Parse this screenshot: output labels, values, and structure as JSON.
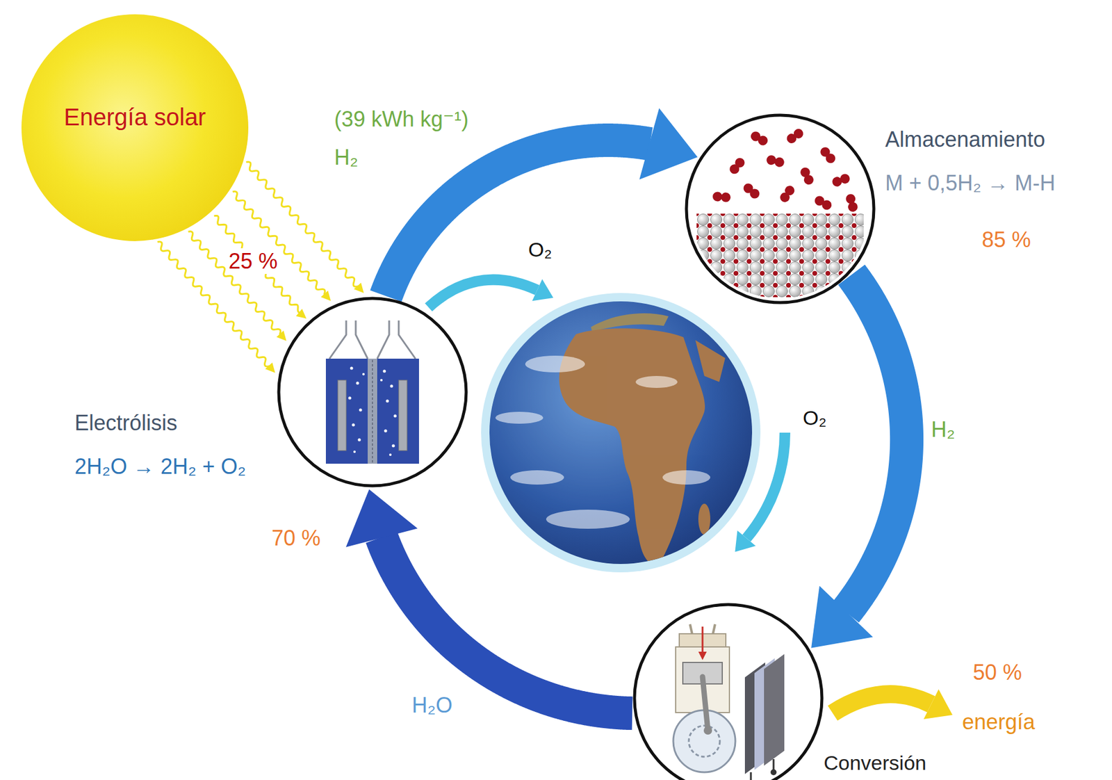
{
  "diagram": {
    "nodes": [
      {
        "text": [
          "Energía solar"
        ]
      },
      {
        "text": [
          "Electrólisis",
          "2H₂O → 2H₂ + O₂"
        ]
      },
      {
        "text": [
          "Almacenamiento",
          "M + 0,5H₂ → M-H"
        ]
      },
      {
        "text": [
          "Conversión"
        ]
      }
    ],
    "edges": [
      {
        "from": 0,
        "to": 1,
        "arrow": "to",
        "label": "25 %"
      },
      {
        "from": 1,
        "to": 2,
        "arrow": "to",
        "label": "(39 kWh kg⁻¹) H₂"
      },
      {
        "from": 2,
        "to": 3,
        "arrow": "to",
        "label": "H₂"
      },
      {
        "from": 3,
        "to": 1,
        "arrow": "to",
        "label": "H₂O"
      }
    ],
    "labels": [
      "O₂",
      "85 %",
      "O₂",
      "70 %",
      "50 %",
      "energía"
    ]
  }
}
